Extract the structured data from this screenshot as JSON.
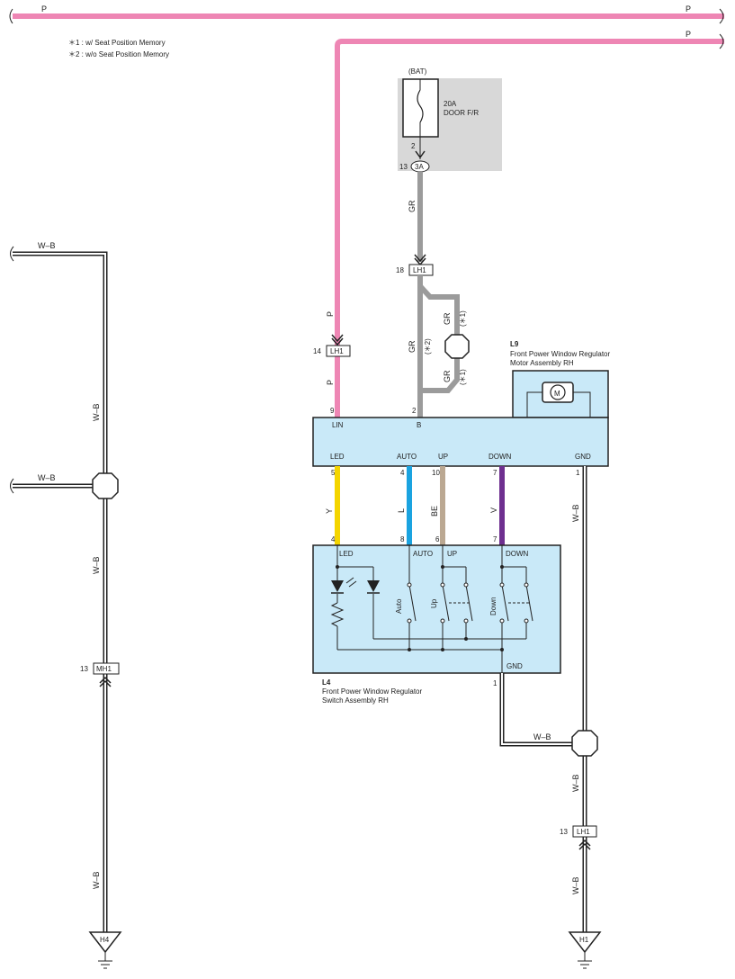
{
  "notes": {
    "note1": "＊1 : w/ Seat Position Memory",
    "note2": "＊2 : w/o Seat Position Memory"
  },
  "colors": {
    "P": "#ee86b4",
    "GR": "#9b9b9b",
    "Y": "#f4d500",
    "L": "#1aa3e0",
    "BE": "#bba892",
    "V": "#6e2f8f",
    "box_fill": "#c9e9f8",
    "fuse_fill": "#d8d8d8"
  },
  "wires": {
    "p": "P",
    "gr": "GR",
    "wb": "W–B",
    "y": "Y",
    "l": "L",
    "be": "BE",
    "v": "V"
  },
  "fuse": {
    "source": "(BAT)",
    "rating": "20A",
    "name": "DOOR F/R",
    "pin_out": "2",
    "conn_pin": "13",
    "conn_name": "3A"
  },
  "connectors": {
    "lh1_pin18": "18",
    "lh1_pin14": "14",
    "lh1_pin13": "13",
    "lh1": "LH1",
    "mh1_pin13": "13",
    "mh1": "MH1"
  },
  "branch_notes": {
    "n1a": "(＊1)",
    "n1b": "(＊1)",
    "n2": "(＊2)"
  },
  "motor": {
    "code": "L9",
    "name1": "Front Power Window Regulator",
    "name2": "Motor Assembly RH",
    "symbol": "M",
    "pins": {
      "lin": "LIN",
      "b": "B",
      "led": "LED",
      "auto": "AUTO",
      "up": "UP",
      "down": "DOWN",
      "gnd": "GND",
      "lin_no": "9",
      "b_no": "2",
      "led_no": "5",
      "auto_no": "4",
      "up_no": "10",
      "down_no": "7",
      "gnd_no": "1"
    }
  },
  "switch": {
    "code": "L4",
    "name1": "Front Power Window Regulator",
    "name2": "Switch Assembly RH",
    "pins": {
      "led": "LED",
      "auto": "AUTO",
      "up": "UP",
      "down": "DOWN",
      "gnd": "GND",
      "led_no": "4",
      "auto_no": "8",
      "up_no": "6",
      "down_no": "7",
      "gnd_no": "1"
    },
    "sw_auto": "Auto",
    "sw_up": "Up",
    "sw_down": "Down"
  },
  "grounds": {
    "left": "H4",
    "right": "H1"
  }
}
